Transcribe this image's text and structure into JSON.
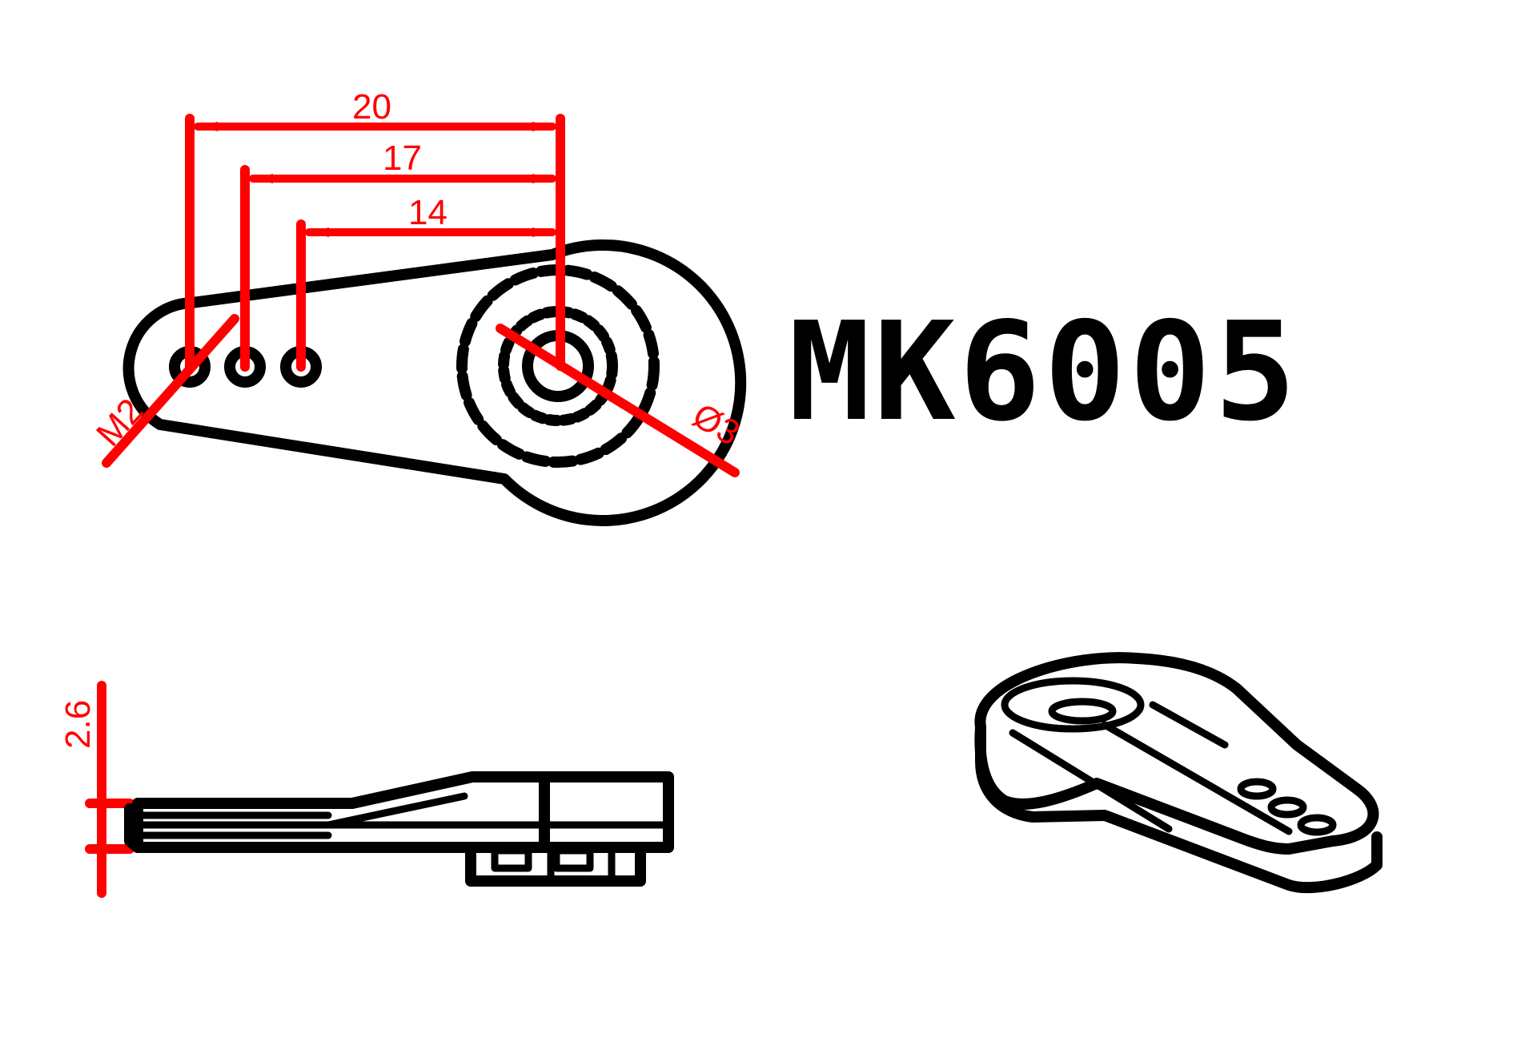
{
  "part_number": "MK6005",
  "dimensions": {
    "length_20": "20",
    "length_17": "17",
    "length_14": "14",
    "hole_thread": "M2",
    "bore_diameter": "Ø3",
    "thickness": "2.6"
  },
  "colors": {
    "outline": "#000000",
    "dimension": "#ff0000",
    "background": "#ffffff"
  }
}
